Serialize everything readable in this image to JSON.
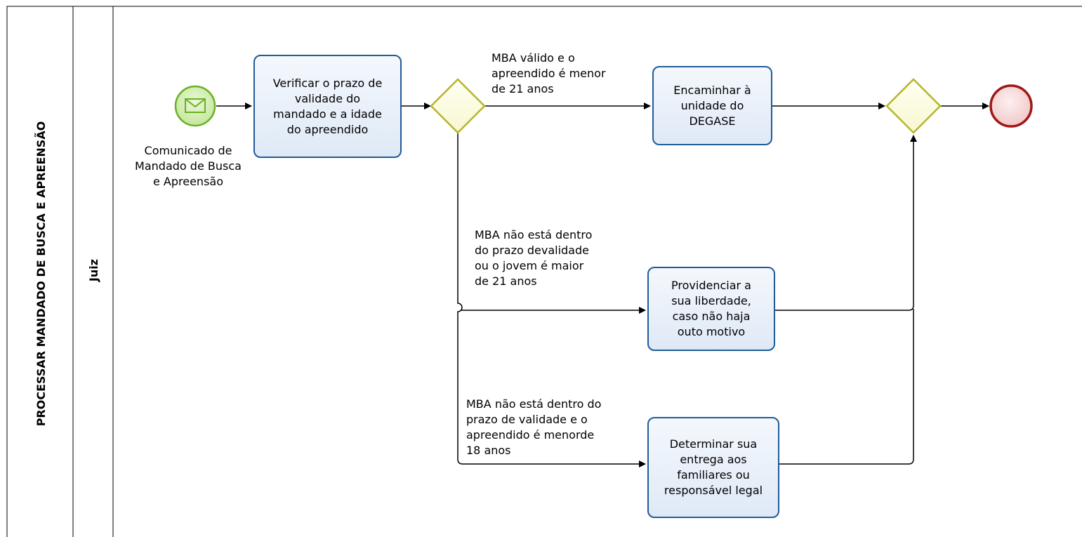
{
  "pool": {
    "title": "PROCESSAR MANDADO DE BUSCA E APREENSÃO"
  },
  "lane": {
    "title": "Juiz"
  },
  "start_event": {
    "label": "Comunicado de\nMandado de Busca\ne Apreensão",
    "icon": "envelope-icon"
  },
  "tasks": {
    "verify": "Verificar o prazo de\nvalidade do\nmandado e a idade\ndo apreendido",
    "forward": "Encaminhar à\nunidade do\nDEGASE",
    "release": "Providenciar a\nsua liberdade,\ncaso não haja\nouto motivo",
    "deliver": "Determinar sua\nentrega aos\nfamiliares ou\nresponsável legal"
  },
  "conditions": {
    "valid": "MBA válido e o\napreendido é menor\nde 21 anos",
    "over21": "MBA não está dentro\ndo prazo devalidade\nou o jovem é maior\nde 21 anos",
    "under18": "MBA não está dentro do\nprazo de validade e o\napreendido é menorde\n18 anos"
  },
  "colors": {
    "task_border": "#1f5c99",
    "gateway_border": "#b5b52a",
    "start_border": "#6ab023",
    "end_border": "#a01818"
  }
}
